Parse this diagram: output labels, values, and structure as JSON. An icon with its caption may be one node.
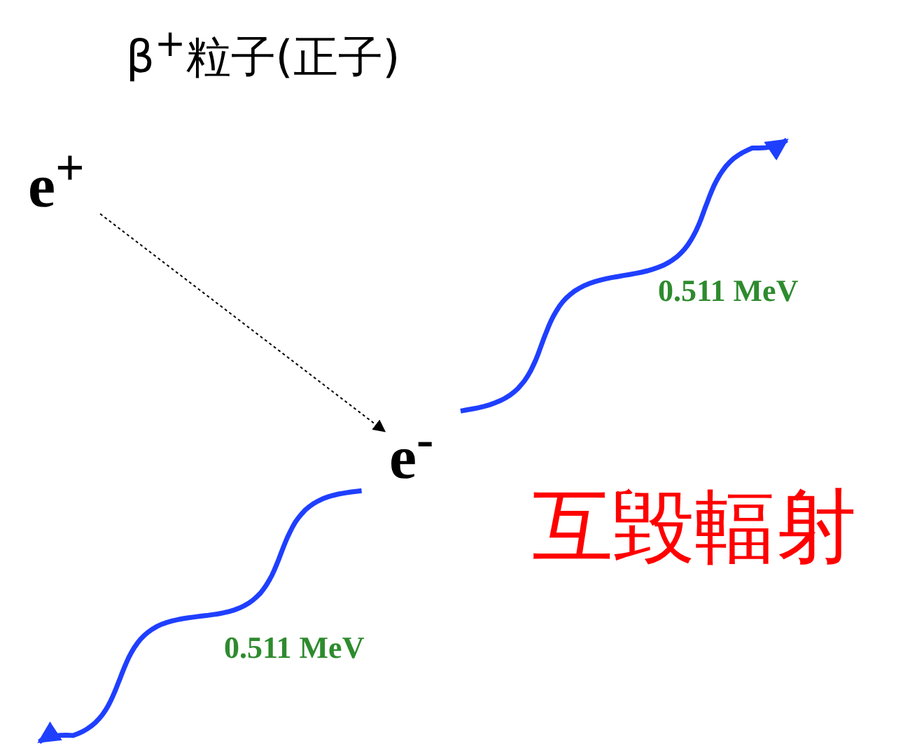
{
  "diagram": {
    "title": "β$^{+}$粒子(正子)",
    "nodes": [
      {
        "text": [
          "e$^{+}$"
        ]
      },
      {
        "text": [
          "e$^{-}$"
        ]
      }
    ],
    "edges": [
      {
        "from": 0,
        "to": 1,
        "arrow": "to",
        "style": "dashed",
        "color": "#000000"
      },
      {
        "from": 1,
        "to": null,
        "arrow": "to",
        "label": "0.511 MeV"
      },
      {
        "from": 1,
        "to": null,
        "arrow": "to",
        "label": "0.511 MeV"
      }
    ],
    "labels": [
      "互毀輻射"
    ]
  }
}
